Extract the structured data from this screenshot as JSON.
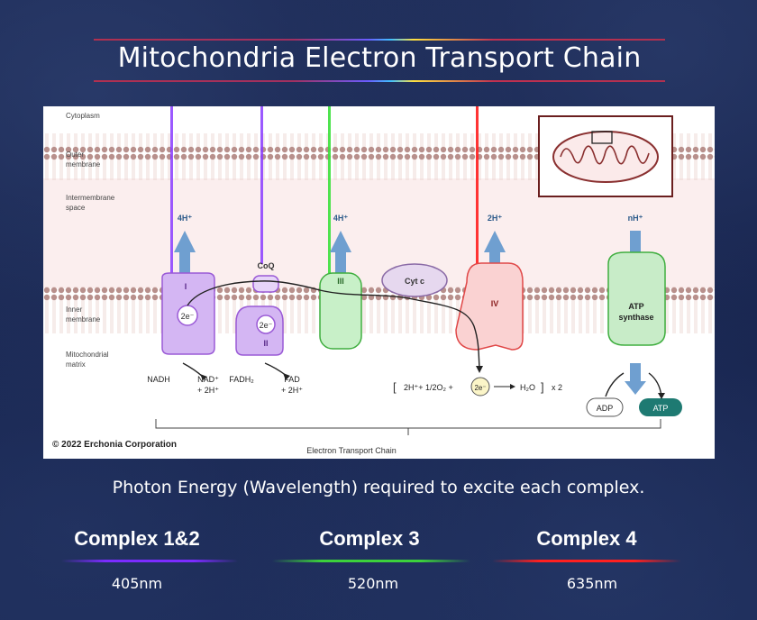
{
  "title": "Mitochondria Electron Transport Chain",
  "diagram": {
    "labels": {
      "cytoplasm": "Cytoplasm",
      "outer_membrane": [
        "Outer",
        "membrane"
      ],
      "intermembrane_space": [
        "Intermembrane",
        "space"
      ],
      "inner_membrane": [
        "Inner",
        "membrane"
      ],
      "matrix": [
        "Mitochondrial",
        "matrix"
      ]
    },
    "protons": {
      "c1": "4H⁺",
      "c3": "4H⁺",
      "c4": "2H⁺",
      "atp": "nH⁺"
    },
    "complexes": {
      "c1": "I",
      "c2": "II",
      "c3": "III",
      "c4": "IV",
      "cytc": "Cyt c",
      "coq": "CoQ",
      "atp_line1": "ATP",
      "atp_line2": "synthase"
    },
    "electrons": "2e⁻",
    "substrates": {
      "nadh": "NADH",
      "nad_line1": "NAD⁺",
      "nad_line2": "+ 2H⁺",
      "fadh2": "FADH₂",
      "fad_line1": "FAD",
      "fad_line2": "+ 2H⁺"
    },
    "reaction": {
      "left": "2H⁺+ 1/2O₂ +",
      "e": "2e⁻",
      "right": "H₂O",
      "mult": "x 2"
    },
    "adp": "ADP",
    "atp": "ATP",
    "etc_label": "Electron Transport Chain",
    "copyright": "© 2022 Erchonia Corporation"
  },
  "subtitle": "Photon Energy (Wavelength) required to excite each complex.",
  "complexes": [
    {
      "name": "Complex 1&2",
      "wavelength": "405nm",
      "color": "#7b2cff"
    },
    {
      "name": "Complex 3",
      "wavelength": "520nm",
      "color": "#3cd13c"
    },
    {
      "name": "Complex 4",
      "wavelength": "635nm",
      "color": "#ff2020"
    }
  ]
}
